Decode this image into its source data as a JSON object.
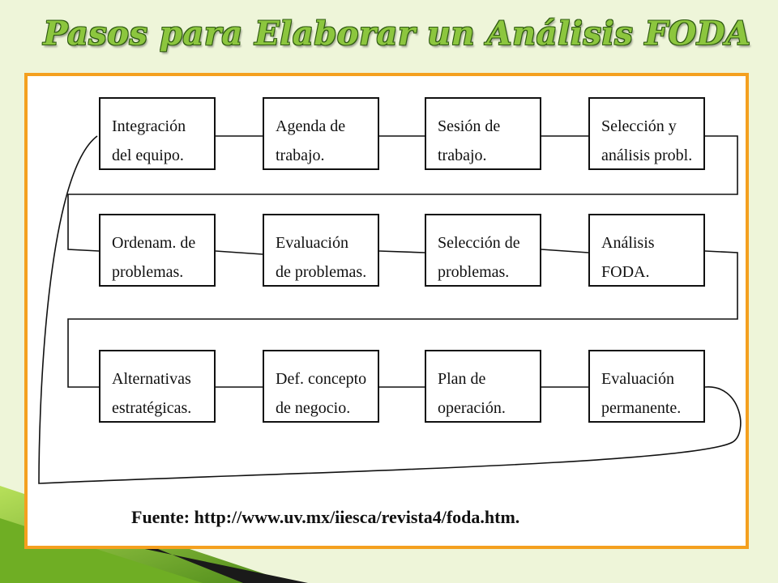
{
  "slide": {
    "title": "Pasos para Elaborar un Análisis FODA",
    "source_label": "Fuente:",
    "source_url": "http://www.uv.mx/iiesca/revista4/foda.htm."
  },
  "colors": {
    "title_fill": "#8cc63e",
    "title_outline": "#2f5a12",
    "frame_border": "#f4a01f",
    "background": "#eef5d9"
  },
  "steps": [
    {
      "line1": "Integración",
      "line2": "del equipo."
    },
    {
      "line1": "Agenda de",
      "line2": "trabajo."
    },
    {
      "line1": "Sesión de",
      "line2": "trabajo."
    },
    {
      "line1": "Selección y",
      "line2": "análisis probl."
    },
    {
      "line1": "Ordenam. de",
      "line2": "problemas."
    },
    {
      "line1": "Evaluación",
      "line2": "de problemas."
    },
    {
      "line1": "Selección de",
      "line2": "problemas."
    },
    {
      "line1": "Análisis",
      "line2": "FODA."
    },
    {
      "line1": "Alternativas",
      "line2": "estratégicas."
    },
    {
      "line1": "Def. concepto",
      "line2": "de negocio."
    },
    {
      "line1": "Plan de",
      "line2": "operación."
    },
    {
      "line1": "Evaluación",
      "line2": "permanente."
    }
  ]
}
